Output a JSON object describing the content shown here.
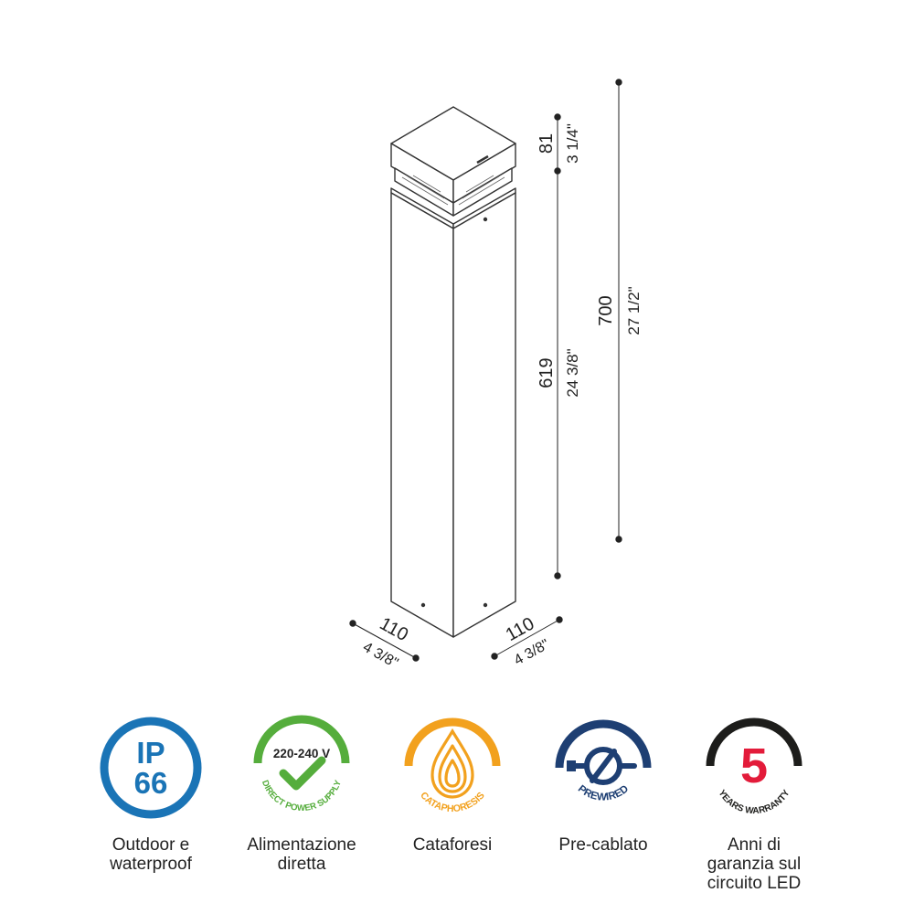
{
  "dimensions": {
    "total_height_mm": "700",
    "total_height_in": "27 1/2\"",
    "head_height_mm": "81",
    "head_height_in": "3 1/4\"",
    "body_height_mm": "619",
    "body_height_in": "24 3/8\"",
    "width_left_mm": "110",
    "width_left_in": "4 3/8\"",
    "width_right_mm": "110",
    "width_right_in": "4 3/8\""
  },
  "badges": [
    {
      "id": "ip66",
      "line1": "IP",
      "line2": "66",
      "color": "#1a74b6",
      "caption_lines": [
        "Outdoor e",
        "waterproof"
      ]
    },
    {
      "id": "direct-power",
      "top_text": "220-240 V",
      "arc_text": "DIRECT POWER SUPPLY",
      "color": "#55ad3c",
      "caption_lines": [
        "Alimentazione",
        "diretta"
      ]
    },
    {
      "id": "cataphoresis",
      "arc_text": "CATAPHORESIS",
      "color": "#f2a11e",
      "caption_lines": [
        "Cataforesi"
      ]
    },
    {
      "id": "prewired",
      "arc_text": "PREWIRED",
      "color": "#1e3f73",
      "caption_lines": [
        "Pre-cablato"
      ]
    },
    {
      "id": "warranty",
      "number": "5",
      "arc_text": "YEARS WARRANTY",
      "color": "#1d1d1b",
      "accent": "#e31b3a",
      "caption_lines": [
        "Anni di",
        "garanzia sul",
        "circuito LED"
      ]
    }
  ]
}
